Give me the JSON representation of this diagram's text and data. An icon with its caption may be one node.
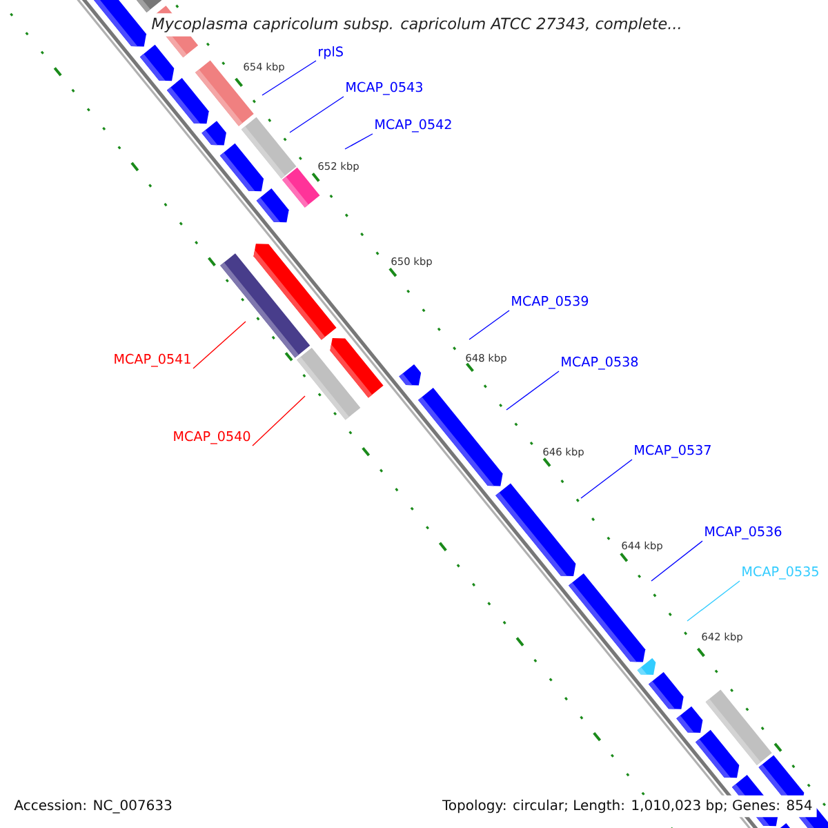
{
  "diagram": {
    "title": "Mycoplasma capricolum subsp. capricolum ATCC 27343, complete...",
    "nodes": [
      {
        "text": [
          "rplS"
        ]
      },
      {
        "text": [
          "MCAP_0543"
        ]
      },
      {
        "text": [
          "MCAP_0542"
        ]
      },
      {
        "text": [
          "MCAP_0539"
        ]
      },
      {
        "text": [
          "MCAP_0538"
        ]
      },
      {
        "text": [
          "MCAP_0537"
        ]
      },
      {
        "text": [
          "MCAP_0536"
        ]
      },
      {
        "text": [
          "MCAP_0535"
        ]
      },
      {
        "text": [
          "MCAP_0541"
        ]
      },
      {
        "text": [
          "MCAP_0540"
        ]
      }
    ],
    "edges": [
      {
        "from": 0,
        "to": null,
        "arrow": "none"
      },
      {
        "from": 1,
        "to": null,
        "arrow": "none"
      },
      {
        "from": 2,
        "to": null,
        "arrow": "none"
      },
      {
        "from": 3,
        "to": null,
        "arrow": "none"
      },
      {
        "from": 4,
        "to": null,
        "arrow": "none"
      },
      {
        "from": 5,
        "to": null,
        "arrow": "none"
      },
      {
        "from": 6,
        "to": null,
        "arrow": "none"
      },
      {
        "from": 7,
        "to": null,
        "arrow": "none",
        "color": "#33ccff"
      },
      {
        "from": 8,
        "to": null,
        "arrow": "none",
        "color": "#ff0000"
      },
      {
        "from": 9,
        "to": null,
        "arrow": "none",
        "color": "#ff0000"
      }
    ],
    "labels": [
      "654 kbp",
      "652 kbp",
      "650 kbp",
      "648 kbp",
      "646 kbp",
      "644 kbp",
      "642 kbp",
      "Accession: NC_007633",
      "Topology: circular; Length: 1,010,023 bp; Genes: 854"
    ]
  }
}
